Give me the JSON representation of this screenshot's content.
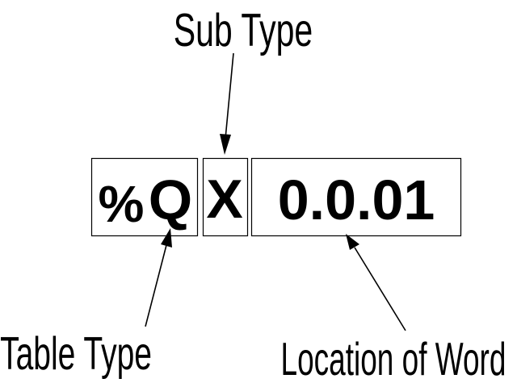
{
  "labels": {
    "sub_type": "Sub Type",
    "table_type": "Table Type",
    "location_of_word": "Location of Word"
  },
  "code": {
    "table_symbol": "%",
    "table_letter": "Q",
    "sub_type": "X",
    "location": "0.0.01"
  },
  "colors": {
    "ink": "#000000",
    "background": "#ffffff"
  }
}
